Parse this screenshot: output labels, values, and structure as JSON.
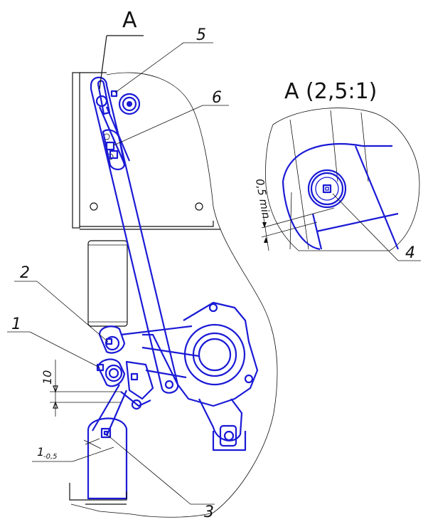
{
  "view_label": "A",
  "detail_title": "A (2,5:1)",
  "callouts": {
    "c1": "1",
    "c2": "2",
    "c3": "3",
    "c4": "4",
    "c5": "5",
    "c6": "6"
  },
  "dimensions": {
    "gap_10": "10",
    "clearance_main": "1",
    "clearance_tol": "-0,5",
    "detail_min": "0,5 min"
  },
  "colors": {
    "linework": "#111111",
    "highlight": "#1a1ad6"
  }
}
